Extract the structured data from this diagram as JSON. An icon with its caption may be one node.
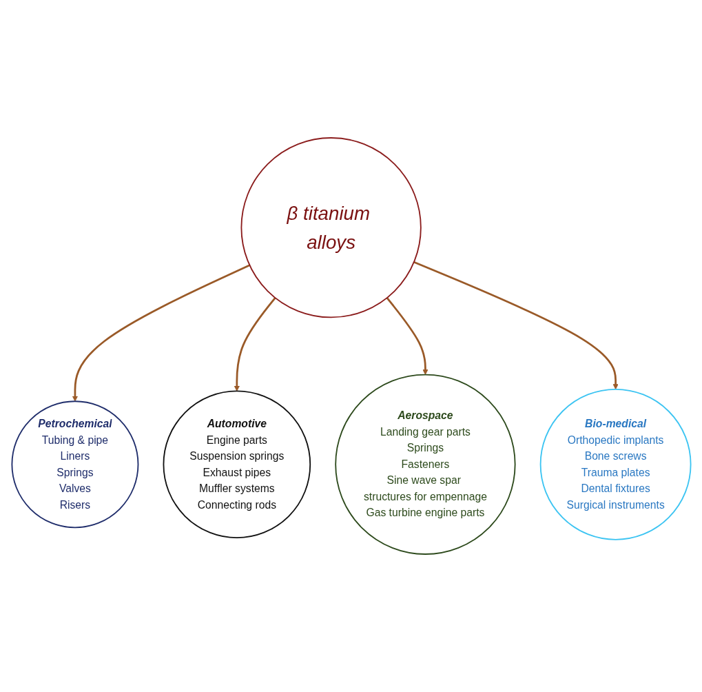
{
  "diagram": {
    "nodes": [
      {
        "text": [
          "Petrochemical",
          "Tubing & pipe",
          "Liners",
          "Springs",
          "Valves",
          "Risers"
        ]
      },
      {
        "text": [
          "Automotive",
          "Engine parts",
          "Suspension springs",
          "Exhaust pipes",
          "Muffler systems",
          "Connecting rods"
        ]
      },
      {
        "text": [
          "β titanium alloys"
        ]
      },
      {
        "text": [
          "Aerospace",
          "Landing gear parts",
          "Springs",
          "Fasteners",
          "Sine wave spar structures for empennage",
          "Gas turbine engine parts"
        ]
      },
      {
        "text": [
          "Bio-medical",
          "Orthopedic implants",
          "Bone screws",
          "Trauma plates",
          "Dental fixtures",
          "Surgical instruments"
        ]
      }
    ],
    "edges": [
      {
        "from": 2,
        "to": 0,
        "arrow": "to"
      },
      {
        "from": 2,
        "to": 1,
        "arrow": "to"
      },
      {
        "from": 2,
        "to": 3,
        "arrow": "to"
      },
      {
        "from": 2,
        "to": 4,
        "arrow": "to"
      }
    ]
  }
}
